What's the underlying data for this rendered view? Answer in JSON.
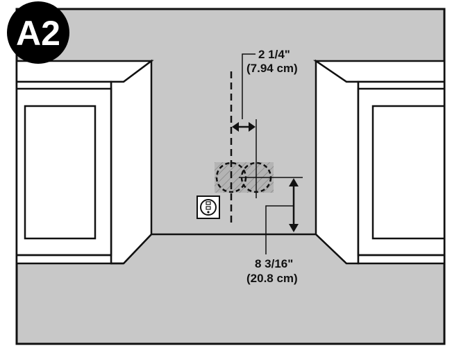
{
  "step": {
    "label": "A2"
  },
  "dimensions": {
    "horizontal_offset": {
      "imperial": "2 1/4\"",
      "metric": "(7.94 cm)"
    },
    "vertical_offset": {
      "imperial": "8 3/16\"",
      "metric": "(20.8 cm)"
    }
  },
  "colors": {
    "wall": "#c8c8c8",
    "floor": "#c8c8c8",
    "cabinet": "#ffffff",
    "outline": "#111111",
    "step_badge": "#000000",
    "hatch_zone": "#b4b4b4"
  },
  "icons": [
    "electrical-outlet-icon",
    "double-arrow-horizontal-icon",
    "double-arrow-vertical-icon"
  ]
}
